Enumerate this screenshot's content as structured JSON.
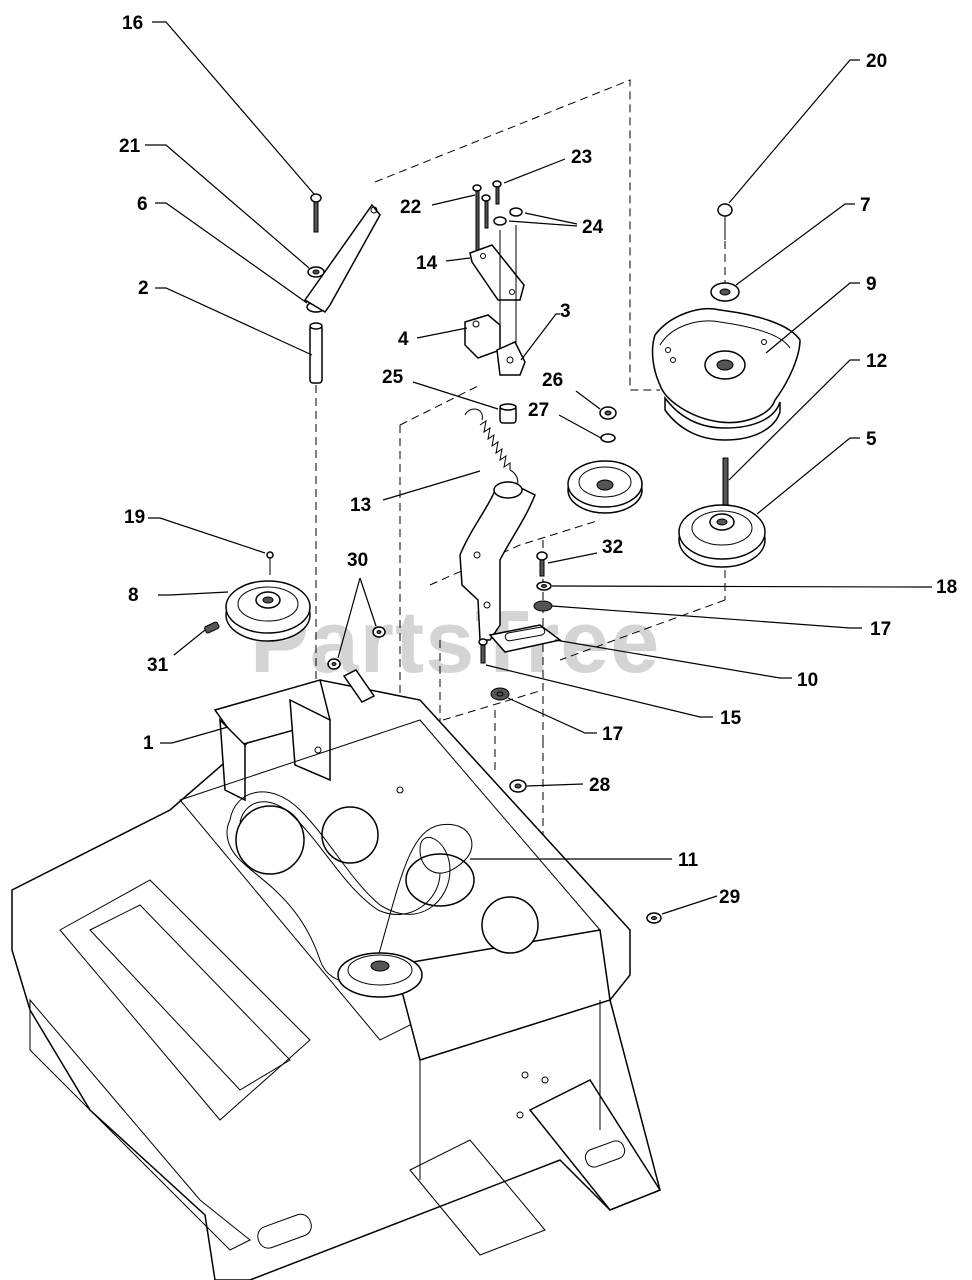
{
  "watermark": "PartsTree",
  "callouts": [
    "16",
    "21",
    "6",
    "2",
    "20",
    "7",
    "9",
    "12",
    "5",
    "23",
    "22",
    "24",
    "14",
    "3",
    "4",
    "25",
    "26",
    "27",
    "13",
    "19",
    "8",
    "31",
    "30",
    "32",
    "18",
    "17",
    "10",
    "15",
    "1",
    "28",
    "11",
    "29"
  ]
}
